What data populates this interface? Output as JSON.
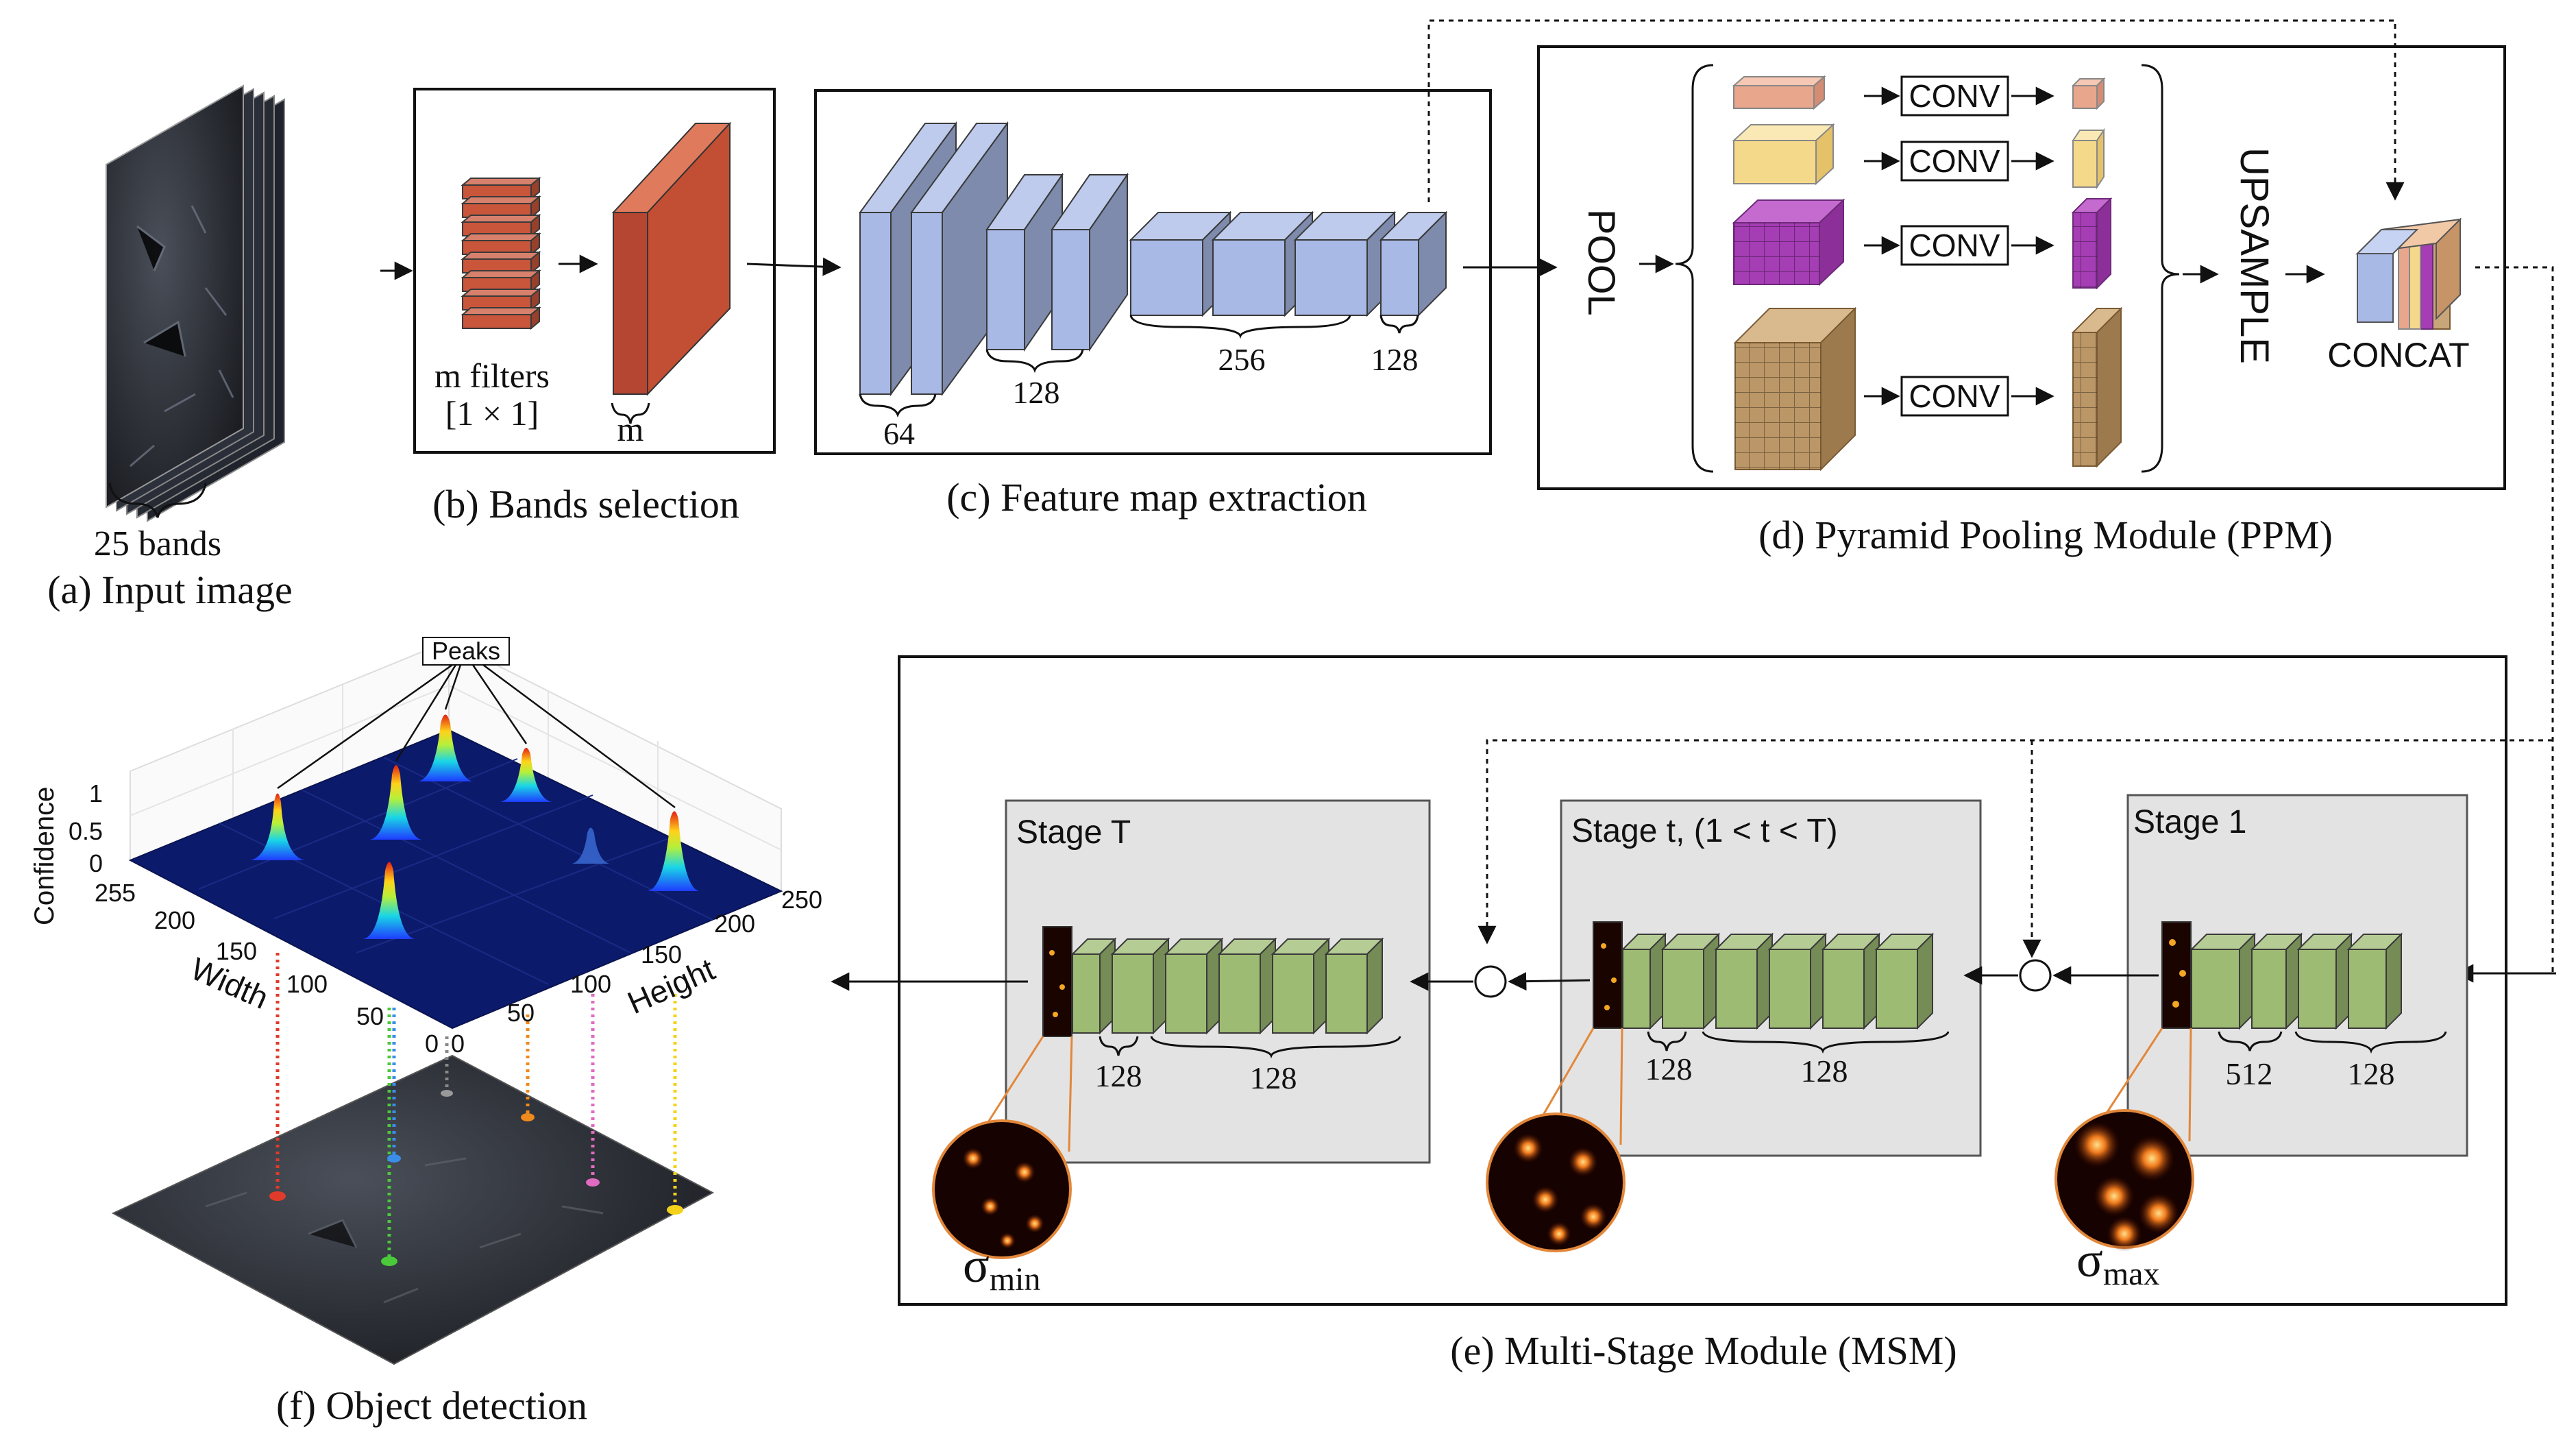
{
  "input": {
    "bands_label": "25 bands",
    "caption": "(a) Input image"
  },
  "bands_selection": {
    "filters_label_1": "m filters",
    "filters_label_2": "[1 × 1]",
    "m_label": "m",
    "caption": "(b) Bands selection"
  },
  "feature_extraction": {
    "dims": [
      "64",
      "128",
      "256",
      "128"
    ],
    "caption": "(c) Feature map extraction"
  },
  "ppm": {
    "pool_label": "POOL",
    "conv_label": "CONV",
    "upsample_label": "UPSAMPLE",
    "concat_label": "CONCAT",
    "caption": "(d) Pyramid Pooling Module (PPM)"
  },
  "msm": {
    "stages": [
      {
        "title": "Stage T",
        "dims": [
          "128",
          "128"
        ],
        "sigma": "σ",
        "sigma_sub": "min"
      },
      {
        "title": "Stage t, (1 < t < T)",
        "dims": [
          "128",
          "128"
        ]
      },
      {
        "title": "Stage 1",
        "dims": [
          "512",
          "128"
        ],
        "sigma": "σ",
        "sigma_sub": "max"
      }
    ],
    "caption": "(e) Multi-Stage Module (MSM)"
  },
  "detection": {
    "peaks_label": "Peaks",
    "z_axis_label": "Confidence",
    "z_ticks": [
      "1",
      "0.5",
      "0"
    ],
    "width_label": "Width",
    "width_ticks": [
      "255",
      "200",
      "150",
      "100",
      "50",
      "0"
    ],
    "height_label": "Height",
    "height_ticks": [
      "0",
      "50",
      "100",
      "150",
      "200",
      "250"
    ],
    "caption": "(f) Object detection"
  },
  "colors": {
    "band_filter": "#c9553b",
    "feature_block": "#a8b9e6",
    "msm_block": "#9dbb72",
    "stage_bg": "#e3e3e3",
    "surface": "#0b1a6b"
  }
}
